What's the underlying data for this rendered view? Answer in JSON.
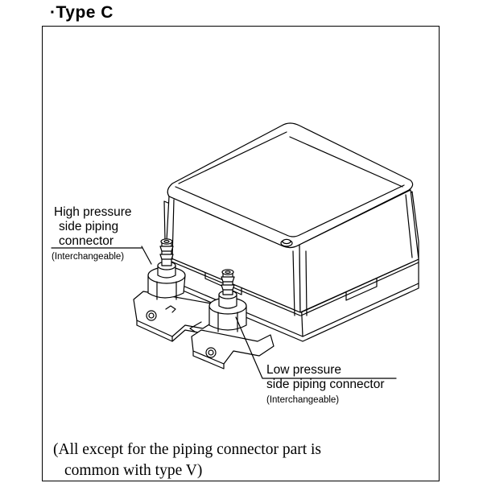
{
  "heading": "·Type C",
  "labels": {
    "high": {
      "line1": "High pressure",
      "line2": "side piping",
      "line3": "connector",
      "note": "(Interchangeable)"
    },
    "low": {
      "line1": "Low pressure",
      "line2": "side piping connector",
      "note": "(Interchangeable)"
    }
  },
  "footnote": {
    "line1": "(All except for the piping connector part is",
    "line2": "common with type V)"
  },
  "colors": {
    "stroke": "#000000",
    "background": "#ffffff"
  }
}
